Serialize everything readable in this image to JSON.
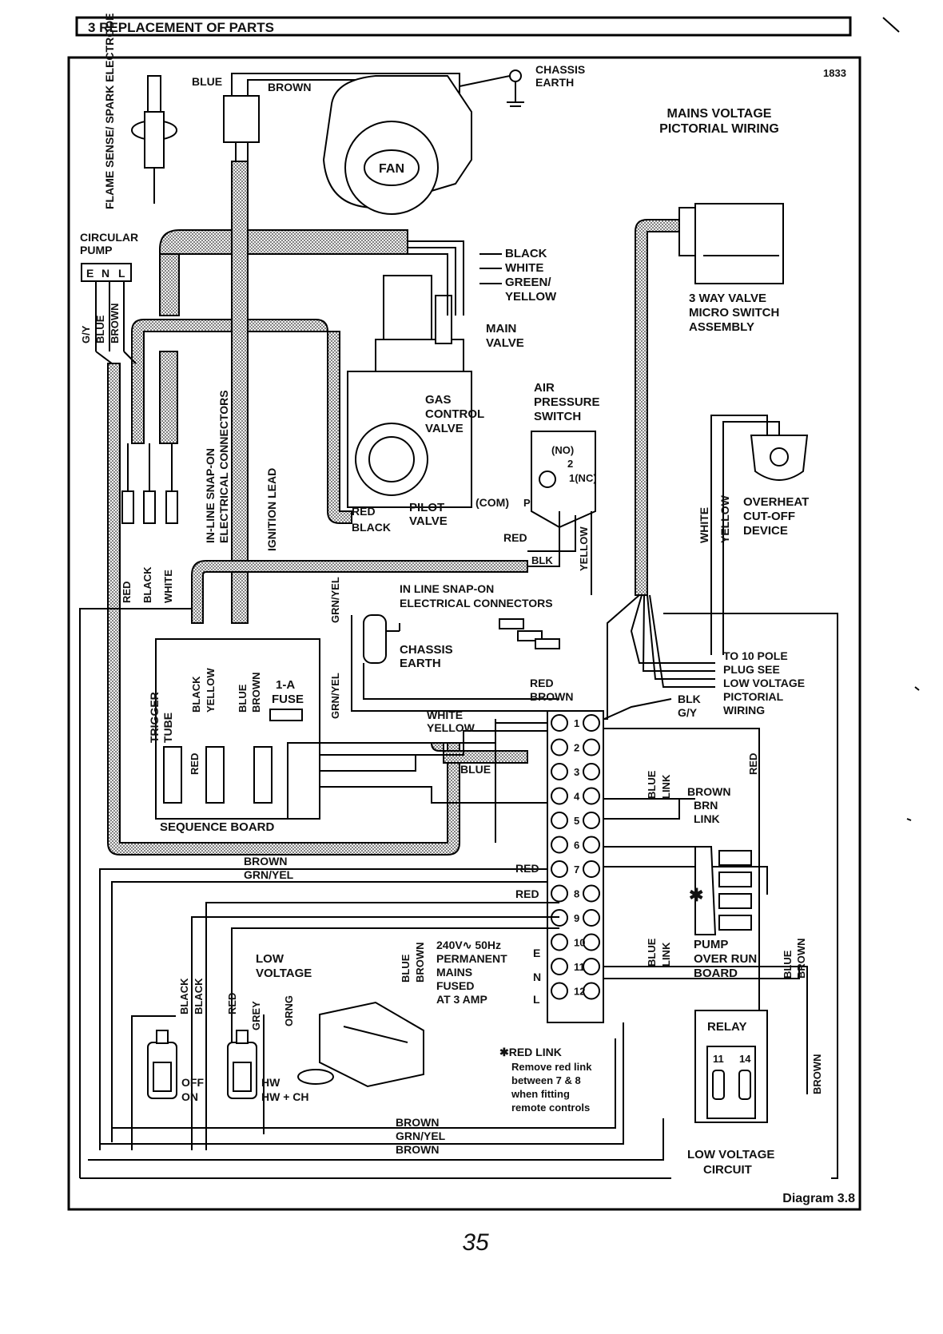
{
  "header": {
    "title": "3 REPLACEMENT OF PARTS"
  },
  "diagram": {
    "id_number": "1833",
    "title_lines": [
      "MAINS VOLTAGE",
      "PICTORIAL WIRING"
    ],
    "caption": "Diagram 3.8"
  },
  "page_number": "35",
  "components": {
    "flame_sense": "FLAME SENSE/ SPARK ELECTRODE",
    "circular_pump_1": "CIRCULAR",
    "circular_pump_2": "PUMP",
    "pump_terminals": [
      "E",
      "N",
      "L"
    ],
    "fan": "FAN",
    "chassis_earth_top": [
      "CHASSIS",
      "EARTH"
    ],
    "three_way_valve": [
      "3 WAY VALVE",
      "MICRO SWITCH",
      "ASSEMBLY"
    ],
    "main_valve": [
      "MAIN",
      "VALVE"
    ],
    "gas_control": [
      "GAS",
      "CONTROL",
      "VALVE"
    ],
    "pilot_valve": [
      "PILOT",
      "VALVE"
    ],
    "air_pressure_switch": [
      "AIR",
      "PRESSURE",
      "SWITCH"
    ],
    "aps_terminals": {
      "no": "(NO)",
      "nc": "1(NC)",
      "com": "(COM)",
      "p": "P",
      "two": "2"
    },
    "overheat": [
      "OVERHEAT",
      "CUT-OFF",
      "DEVICE"
    ],
    "inline_connectors_vertical": [
      "IN-LINE SNAP-ON",
      "ELECTRICAL CONNECTORS"
    ],
    "ignition_lead": "IGNITION LEAD",
    "inline_connectors_horizontal": [
      "IN LINE  SNAP-ON",
      "ELECTRICAL  CONNECTORS"
    ],
    "chassis_earth_mid": [
      "CHASSIS",
      "EARTH"
    ],
    "to_10_pole": [
      "TO 10 POLE",
      "PLUG SEE",
      "LOW VOLTAGE",
      "PICTORIAL",
      "WIRING"
    ],
    "trigger_tube": [
      "TRIGGER",
      "TUBE"
    ],
    "fuse": [
      "1-A",
      "FUSE"
    ],
    "sequence_board": "SEQUENCE BOARD",
    "terminal_numbers": [
      "1",
      "2",
      "3",
      "4",
      "5",
      "6",
      "7",
      "8",
      "9",
      "10",
      "11",
      "12"
    ],
    "mains_supply": [
      "240V∿ 50Hz",
      "PERMANENT",
      "MAINS",
      "FUSED",
      "AT 3 AMP"
    ],
    "eNl": [
      "E",
      "N",
      "L"
    ],
    "pump_overrun": [
      "PUMP",
      "OVER RUN",
      "BOARD"
    ],
    "relay": "RELAY",
    "relay_terminals": [
      "11",
      "14"
    ],
    "low_voltage_transformer": [
      "LOW",
      "VOLTAGE"
    ],
    "off_on": [
      "OFF",
      "ON"
    ],
    "hw_switch": [
      "HW",
      "HW + CH"
    ],
    "red_link_note": [
      "✱RED LINK",
      "Remove red link",
      "between 7 & 8",
      "when fitting",
      "remote controls"
    ],
    "low_voltage_circuit": [
      "LOW VOLTAGE",
      "CIRCUIT"
    ],
    "asterisk": "✱"
  },
  "wires": {
    "blue": "BLUE",
    "brown": "BROWN",
    "black": "BLACK",
    "white": "WHITE",
    "green_yellow": "GREEN/",
    "yellow": "YELLOW",
    "red": "RED",
    "gy": "G/Y",
    "blk": "BLK",
    "grn_yel": "GRN/YEL",
    "grey": "GREY",
    "orng": "ORNG",
    "link": "LINK",
    "brn": "BRN"
  }
}
